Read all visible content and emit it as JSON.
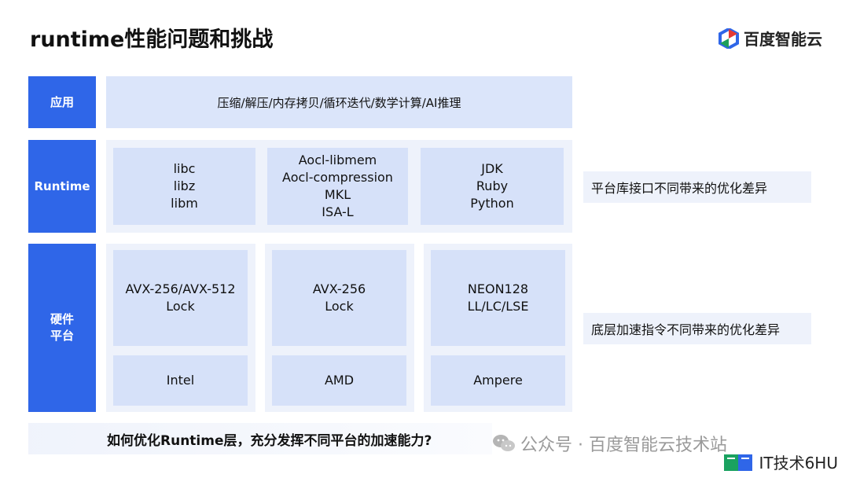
{
  "title": "runtime性能问题和挑战",
  "brand": {
    "name": "百度智能云",
    "icon": "baidu-cloud-logo-icon"
  },
  "layers": {
    "app": {
      "label": "应用",
      "content": "压缩/解压/内存拷贝/循环迭代/数学计算/AI推理"
    },
    "runtime": {
      "label": "Runtime",
      "cells": [
        {
          "lines": [
            "libc",
            "libz",
            "libm"
          ]
        },
        {
          "lines": [
            "Aocl-libmem",
            "Aocl-compression",
            "MKL",
            "ISA-L"
          ]
        },
        {
          "lines": [
            "JDK",
            "Ruby",
            "Python"
          ]
        }
      ],
      "note": "平台库接口不同带来的优化差异"
    },
    "hardware": {
      "label_line1": "硬件",
      "label_line2": "平台",
      "columns": [
        {
          "features": [
            "AVX-256/AVX-512",
            "Lock"
          ],
          "vendor": "Intel"
        },
        {
          "features": [
            "AVX-256",
            "Lock"
          ],
          "vendor": "AMD"
        },
        {
          "features": [
            "NEON128",
            "LL/LC/LSE"
          ],
          "vendor": "Ampere"
        }
      ],
      "note": "底层加速指令不同带来的优化差异"
    }
  },
  "question": "如何优化Runtime层，充分发挥不同平台的加速能力?",
  "watermark": {
    "text": "公众号 · 百度智能云技术站",
    "icon": "wechat-icon"
  },
  "corner_badge": {
    "text": "IT技术6HU",
    "icon": "book-icon"
  },
  "colors": {
    "accent": "#2f66e8",
    "cell": "#d6e1f9",
    "band": "#eef2fb"
  }
}
